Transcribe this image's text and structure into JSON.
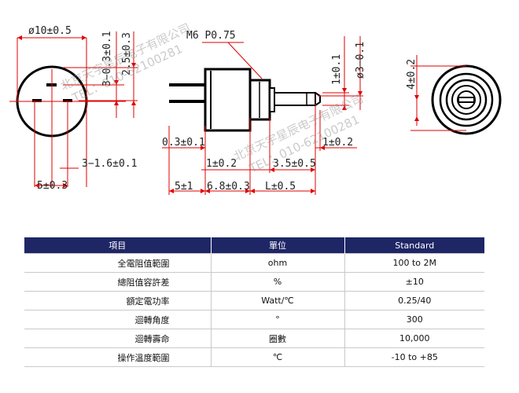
{
  "drawing": {
    "labels": {
      "d10": "ø10±0.5",
      "h25": "2.5±0.3",
      "s3": "3−0.3±0.1",
      "f16": "3−1.6±0.1",
      "w5_left": "5±0.3",
      "m6": "M6 P0.75",
      "p03": "0.3±0.1",
      "p1a": "1±0.2",
      "p35": "3.5±0.5",
      "p1b": "1±0.2",
      "p5": "5±1",
      "p68": "6.8±0.3",
      "pL": "L±0.5",
      "v1": "1±0.1",
      "v3": "ø3−0.1",
      "v4": "4±0.2"
    },
    "watermark": {
      "company": "北京天宇星辰电子有限公司",
      "tel": "TEL：010-62100281"
    }
  },
  "table": {
    "headers": [
      "項目",
      "單位",
      "Standard"
    ],
    "rows": [
      {
        "item": "全電阻值範圍",
        "unit": "ohm",
        "standard": "100 to 2M"
      },
      {
        "item": "總阻值容許差",
        "unit": "%",
        "standard": "±10"
      },
      {
        "item": "額定電功率",
        "unit": "Watt/℃",
        "standard": "0.25/40"
      },
      {
        "item": "迴轉角度",
        "unit": "°",
        "standard": "300"
      },
      {
        "item": "迴轉壽命",
        "unit": "圈數",
        "standard": "10,000"
      },
      {
        "item": "操作溫度範圍",
        "unit": "℃",
        "standard": "-10 to +85"
      }
    ]
  },
  "colors": {
    "dimension": "#e00000",
    "outline": "#000000",
    "header_bg": "#1f2666",
    "watermark": "#8c8c8c"
  }
}
